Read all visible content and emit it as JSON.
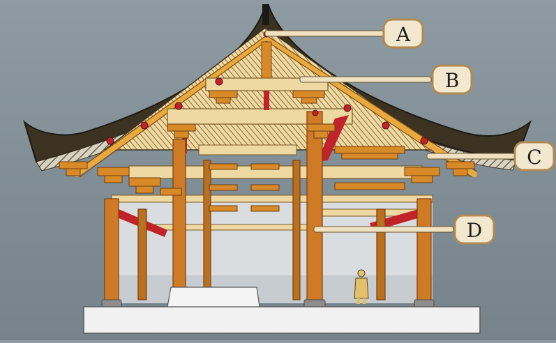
{
  "diagram": {
    "callouts": [
      {
        "id": "A",
        "label": "A"
      },
      {
        "id": "B",
        "label": "B"
      },
      {
        "id": "C",
        "label": "C"
      },
      {
        "id": "D",
        "label": "D"
      }
    ]
  },
  "colors": {
    "background": "#838f97",
    "roof": "#3b3222",
    "timber": "#e9a93c",
    "bracket": "#d88a28",
    "beam_light": "#efd9a2",
    "accent_red": "#c0242a",
    "pillar": "#cf7b25",
    "interior": "#d9dde0",
    "platform": "#f1f1f1",
    "badge_fill": "#f2e7cf",
    "badge_border": "#b08a52"
  }
}
